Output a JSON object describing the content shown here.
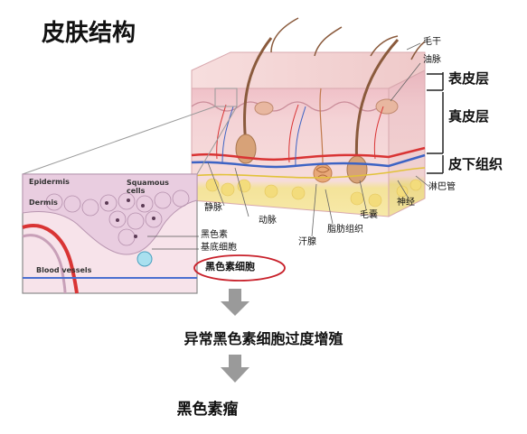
{
  "title": "皮肤结构",
  "layers": {
    "epidermis": "表皮层",
    "dermis": "真皮层",
    "subcutis": "皮下组织"
  },
  "structures": {
    "hair_shaft": "毛干",
    "sebaceous_gland": "油脉",
    "lymph": "淋巴管",
    "nerve": "神经",
    "follicle": "毛囊",
    "fat": "脂肪组织",
    "sweat": "汗腺",
    "vein": "静脉",
    "artery": "动脉"
  },
  "inset": {
    "epidermis": "Epidermis",
    "dermis": "Dermis",
    "squamous": "Squamous cells",
    "vessels": "Blood vessels",
    "melanin": "黑色素",
    "basal": "基底细胞",
    "melanocyte": "黑色素细胞"
  },
  "flow": {
    "step1": "异常黑色素细胞过度增殖",
    "step2": "黑色素瘤"
  },
  "colors": {
    "epidermis": "#f2c6cf",
    "dermis": "#f6d7d6",
    "fat": "#f6e6a0",
    "artery": "#d93434",
    "vein": "#3d63c4",
    "highlight": "#c8202a",
    "arrow": "#9a9a9a"
  }
}
